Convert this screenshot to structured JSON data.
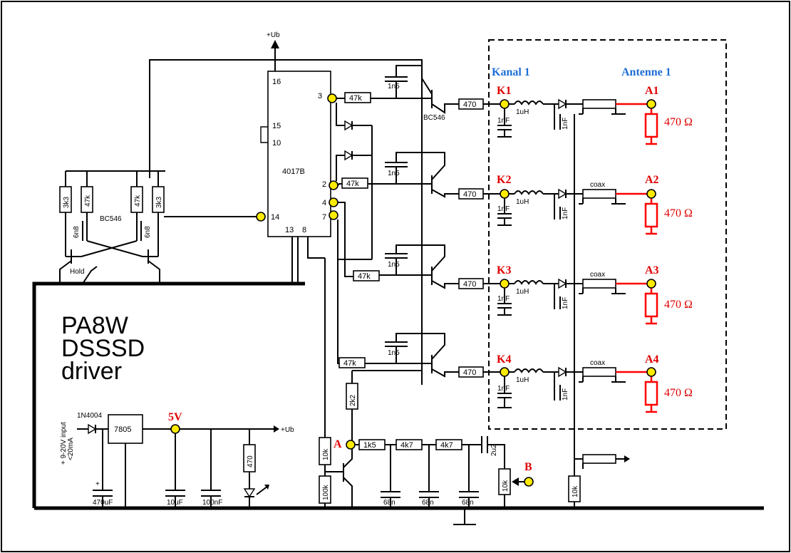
{
  "title": [
    "PA8W",
    "DSSSD",
    "driver"
  ],
  "supply_label": "+Ub",
  "ic": {
    "name": "4017B",
    "pins": [
      "16",
      "15",
      "10",
      "3",
      "2",
      "4",
      "7",
      "14",
      "13",
      "8"
    ]
  },
  "oscillator": {
    "resistors": [
      "3k3",
      "47k",
      "47k",
      "3k3"
    ],
    "caps": [
      "6n8",
      "6n8"
    ],
    "transistor": "BC546",
    "switch": "Hold"
  },
  "channels": [
    {
      "k": "K1",
      "a": "A1",
      "res": "470",
      "coil": "1uH",
      "cap": "1nF",
      "cap2": "1nF",
      "base_res": "47k",
      "cap_c": "1n5",
      "coax": "",
      "load": "470 Ω"
    },
    {
      "k": "K2",
      "a": "A2",
      "res": "470",
      "coil": "1uH",
      "cap": "1nF",
      "cap2": "1nF",
      "base_res": "47k",
      "cap_c": "1n5",
      "coax": "coax",
      "load": "470 Ω"
    },
    {
      "k": "K3",
      "a": "A3",
      "res": "470",
      "coil": "1uH",
      "cap": "1nF",
      "cap2": "1nF",
      "base_res": "47k",
      "cap_c": "1n5",
      "coax": "coax",
      "load": "470 Ω"
    },
    {
      "k": "K4",
      "a": "A4",
      "res": "470",
      "coil": "1uH",
      "cap": "1nF",
      "cap2": "1nF",
      "base_res": "47k",
      "cap_c": "1n5",
      "coax": "coax",
      "load": "470 Ω"
    }
  ],
  "channel_transistor": "BC546",
  "kanal_label": "Kanal 1",
  "antenne_label": "Antenne 1",
  "power": {
    "input": "+ 9-20V input",
    "current": "<20mA",
    "diode": "1N4004",
    "regulator": "7805",
    "v5": "5V",
    "c1": "470uF",
    "c2": "10uF",
    "c3": "100nF",
    "led_res": "470",
    "plus": "+"
  },
  "ramp": {
    "point_a": "A",
    "point_b": "B",
    "r_2k2": "2k2",
    "r_10k": "10k",
    "r_100k": "100k",
    "r_1k5": "1k5",
    "r_4k7a": "4k7",
    "r_4k7b": "4k7",
    "c_68n": [
      "68n",
      "68n",
      "68n"
    ],
    "c_2u2": "2u2",
    "pot_10k": "10k",
    "r_10k_b": "10k"
  }
}
